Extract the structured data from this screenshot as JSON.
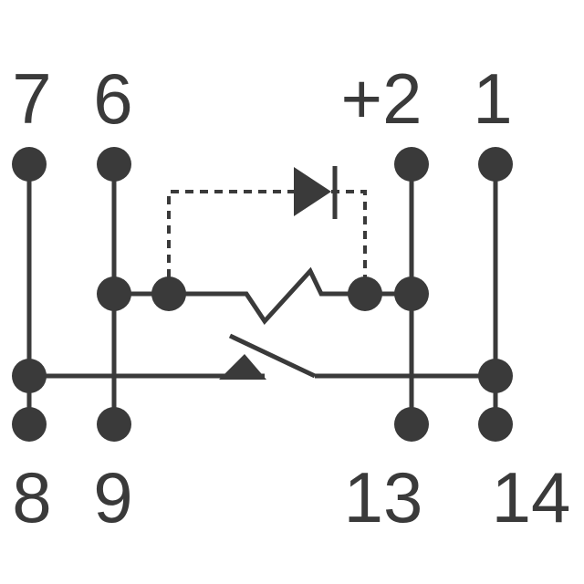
{
  "colors": {
    "ink": "#3a3a3a",
    "background": "#ffffff"
  },
  "pins": {
    "p7": "7",
    "p6": "6",
    "p2": "+2",
    "p1": "1",
    "p8": "8",
    "p9": "9",
    "p13": "13",
    "p14": "14"
  }
}
